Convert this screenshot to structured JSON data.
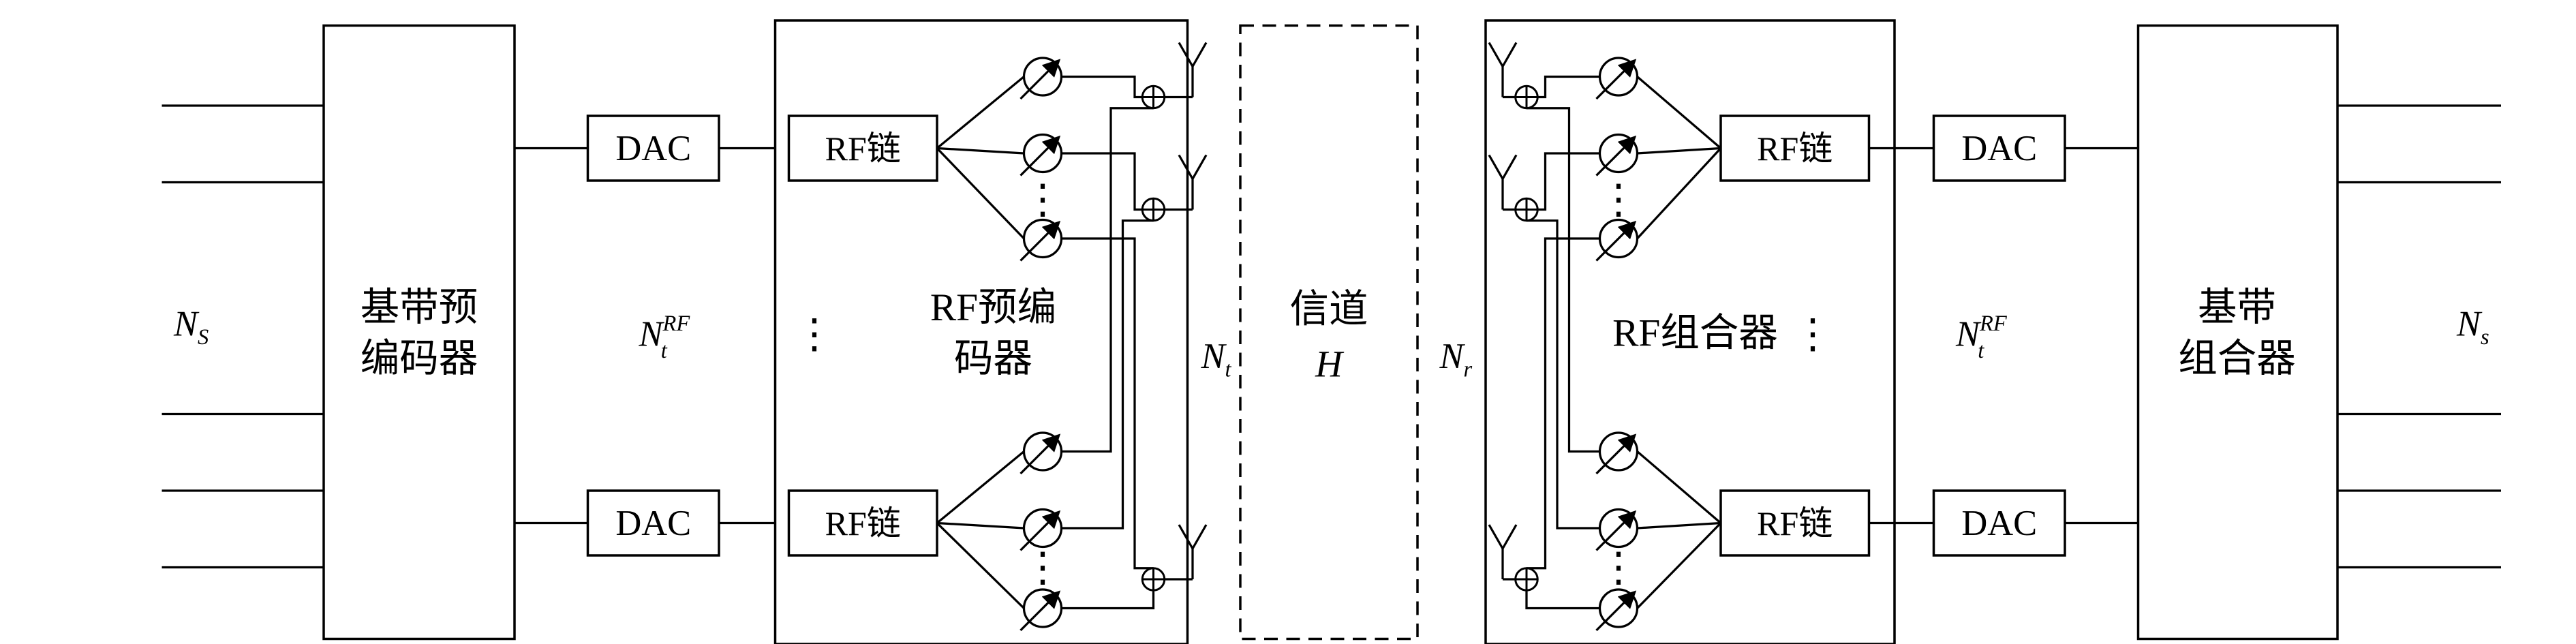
{
  "blocks": {
    "baseband_precoder": {
      "line1": "基带预",
      "line2": "编码器"
    },
    "dac": "DAC",
    "rf_chain": "RF链",
    "rf_precoder": {
      "line1": "RF预编",
      "line2": "码器"
    },
    "channel": {
      "line1": "信道",
      "line2": "H"
    },
    "rf_combiner": "RF组合器",
    "baseband_combiner": {
      "line1": "基带",
      "line2": "组合器"
    }
  },
  "labels": {
    "n_s_left": {
      "base": "N",
      "sub": "S"
    },
    "n_rf_tx": {
      "base": "N",
      "sup": "RF",
      "sub": "t"
    },
    "n_t": {
      "base": "N",
      "sub": "t"
    },
    "n_r": {
      "base": "N",
      "sub": "r"
    },
    "n_rf_rx": {
      "base": "N",
      "sup": "RF",
      "sub": "t"
    },
    "n_s_right": {
      "base": "N",
      "sub": "s"
    }
  },
  "symbols": {
    "vertical_dots": "⋮"
  },
  "colors": {
    "stroke": "#000000",
    "background": "#ffffff"
  }
}
